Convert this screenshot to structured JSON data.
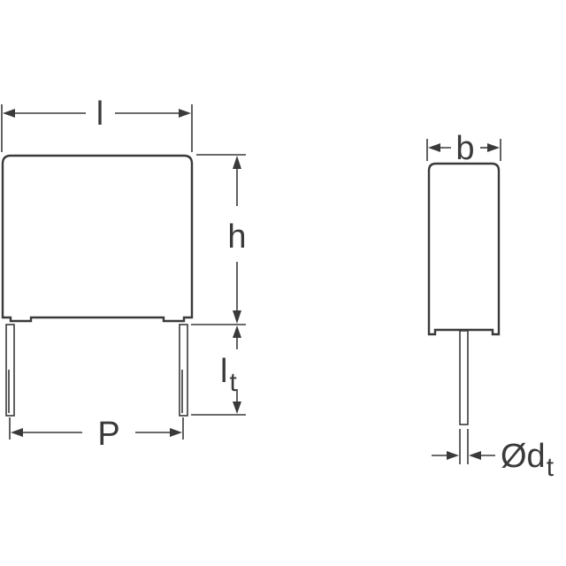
{
  "diagram": {
    "type": "capacitor-dimension-drawing",
    "front_view": {
      "labels": {
        "length": "l",
        "height": "h",
        "lead_length_main": "l",
        "lead_length_sub": "t",
        "pitch": "P"
      }
    },
    "side_view": {
      "labels": {
        "width": "b",
        "lead_diameter_main": "Ød",
        "lead_diameter_sub": "t"
      }
    },
    "colors": {
      "line": "#3a3a3a",
      "background": "#ffffff"
    }
  }
}
